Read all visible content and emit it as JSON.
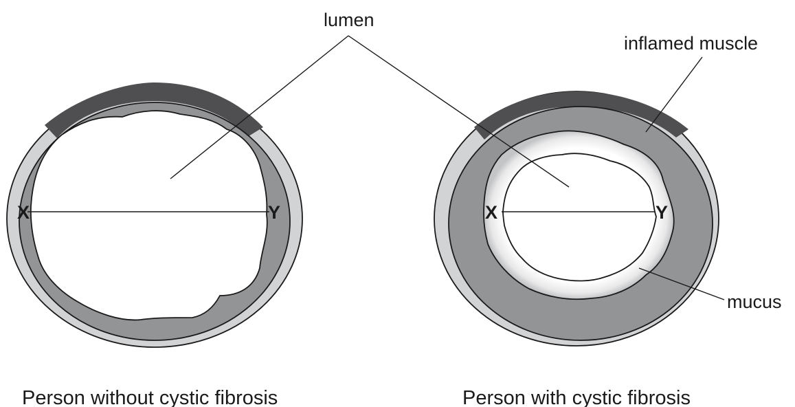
{
  "labels": {
    "lumen": "lumen",
    "inflamed_muscle": "inflamed muscle",
    "mucus": "mucus",
    "point_x": "X",
    "point_y": "Y"
  },
  "captions": {
    "left": "Person without cystic fibrosis",
    "right": "Person with cystic fibrosis"
  },
  "colors": {
    "outer_ring": "#d2d3d5",
    "dark_band": "#4f4f51",
    "muscle": "#939496",
    "lumen": "#ffffff",
    "mucus_edge": "#c4c5c7",
    "line": "#1a1a1a"
  }
}
